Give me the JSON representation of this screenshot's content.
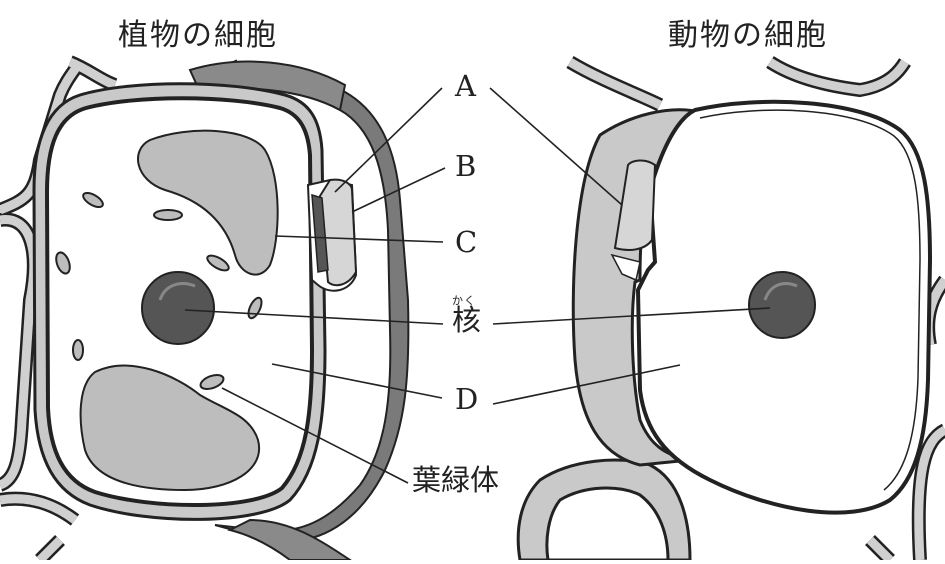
{
  "titles": {
    "plant": "植物の細胞",
    "animal": "動物の細胞"
  },
  "labels": {
    "A": "A",
    "B": "B",
    "C": "C",
    "nucleus": "核",
    "nucleus_reading": "かく",
    "D": "D",
    "chloroplast": "葉緑体"
  },
  "colors": {
    "wall_dark": "#7a7a7a",
    "membrane_light": "#c9c9c9",
    "vacuole": "#bdbdbd",
    "nucleus": "#555555",
    "outline": "#222222"
  }
}
